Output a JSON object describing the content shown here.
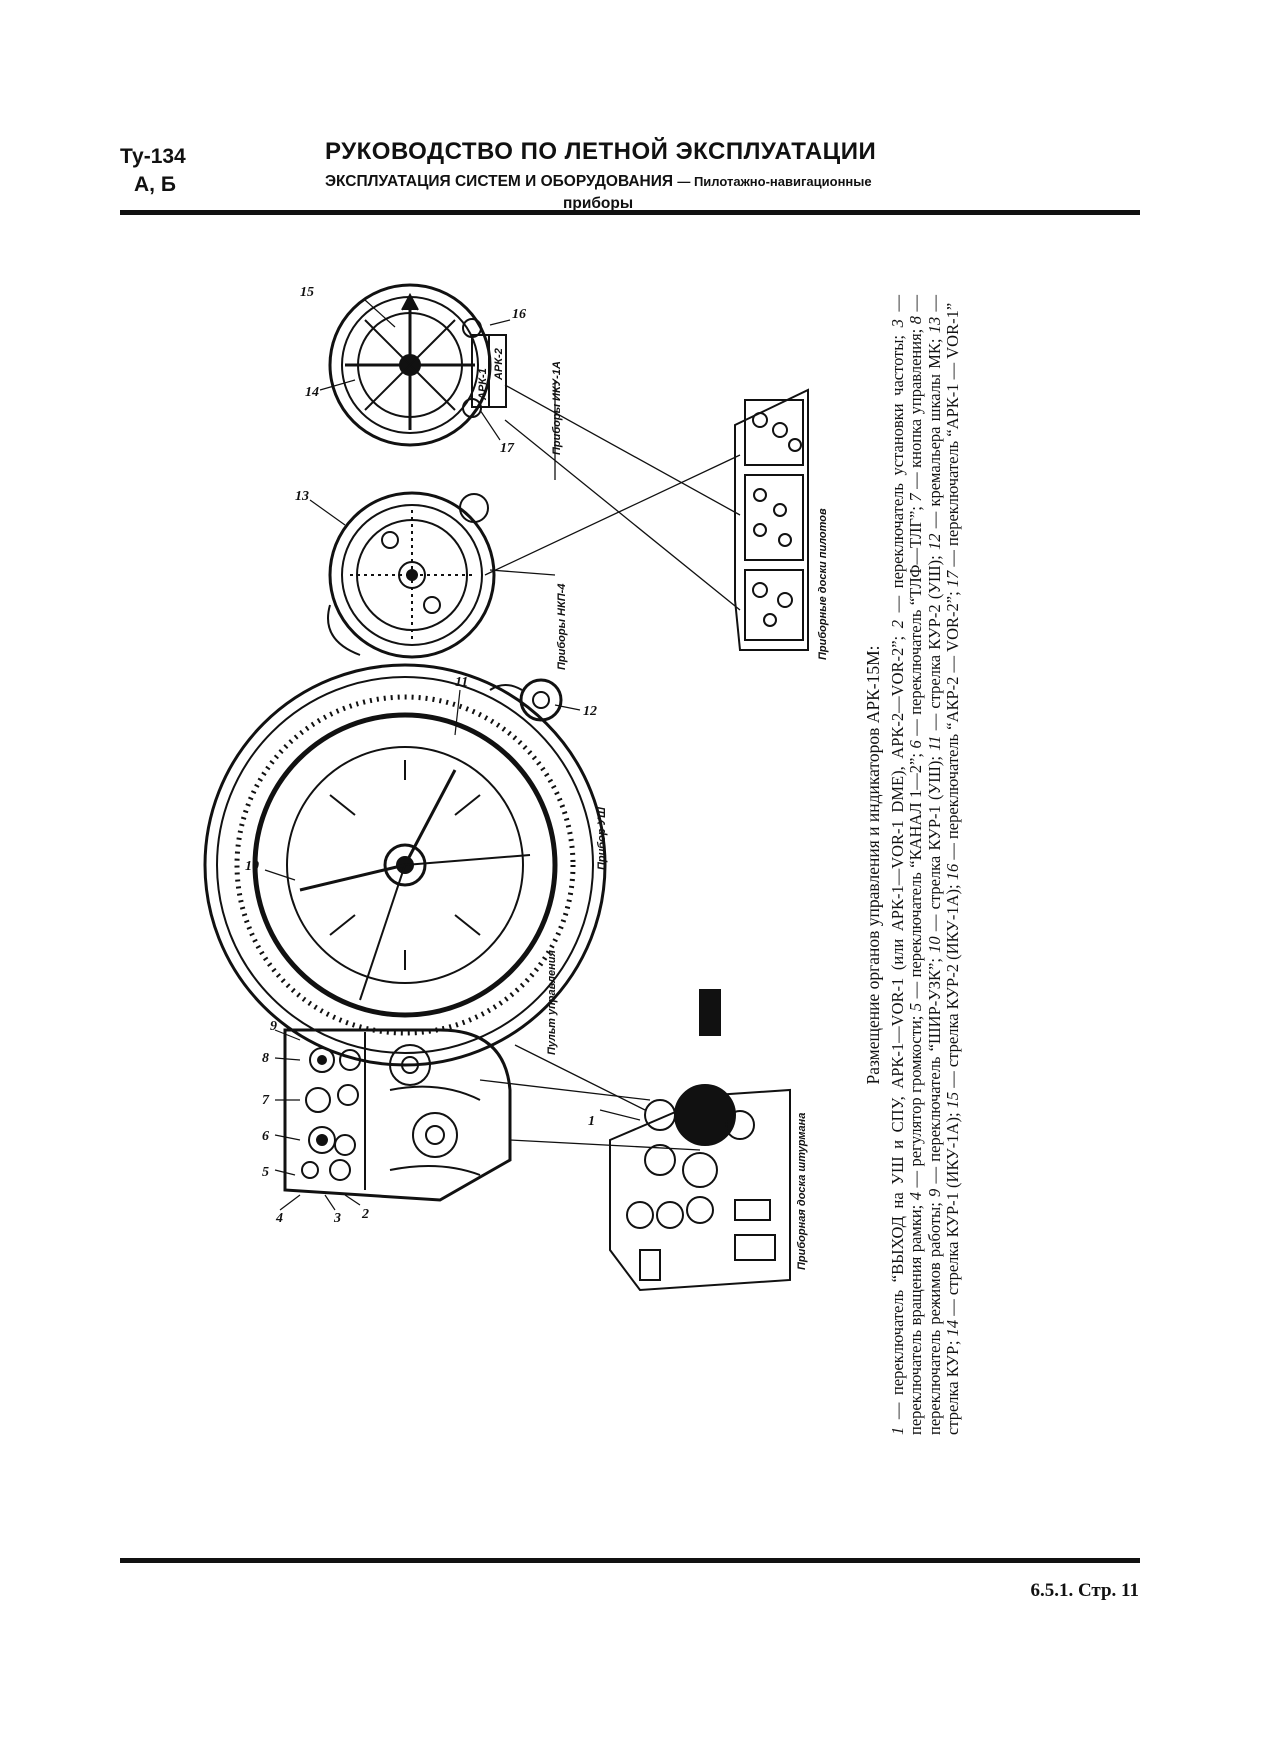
{
  "header": {
    "model_line1": "Ту-134",
    "model_line2": "А, Б",
    "title": "РУКОВОДСТВО ПО ЛЕТНОЙ ЭКСПЛУАТАЦИИ",
    "subtitle": "ЭКСПЛУАТАЦИЯ СИСТЕМ И ОБОРУДОВАНИЯ",
    "section": "— Пилотажно-навигационные",
    "section_cont": "приборы"
  },
  "figure": {
    "labels": {
      "panel_pilots": "Приборные доски пилотов",
      "instruments_nkp": "Приборы НКП-4",
      "instruments_iku": "Приборы ИКУ-1А",
      "instrument_ush": "Прибор УШ",
      "control_panel": "Пульт управления",
      "navigator_panel": "Приборная доска штурмана",
      "ark1": "АРК-1",
      "ark2": "АРК-2"
    },
    "callouts": [
      "1",
      "2",
      "3",
      "4",
      "5",
      "6",
      "7",
      "8",
      "9",
      "10",
      "11",
      "12",
      "13",
      "14",
      "15",
      "16",
      "17"
    ]
  },
  "caption": {
    "title": "Размещение органов управления и индикаторов АРК-15М:",
    "items": [
      {
        "n": "1",
        "t": " — переключатель “ВЫХОД на УШ и СПУ, АРК-1—VOR-1 (или АРК-1—VOR-1 DME), АРК-2—VOR-2”; "
      },
      {
        "n": "2",
        "t": " — переключатель установки частоты; "
      },
      {
        "n": "3",
        "t": " — переключатель вращения рамки; "
      },
      {
        "n": "4",
        "t": " — регулятор громкости; "
      },
      {
        "n": "5",
        "t": " — переключатель “КАНАЛ 1—2”; "
      },
      {
        "n": "6",
        "t": " — переключатель “ТЛФ—ТЛГ”; "
      },
      {
        "n": "7",
        "t": " — кнопка управления; "
      },
      {
        "n": "8",
        "t": " — переключатель режимов работы; "
      },
      {
        "n": "9",
        "t": " — переключатель “ШИР-УЗК”; "
      },
      {
        "n": "10",
        "t": " — стрелка КУР-1 (УШ); "
      },
      {
        "n": "11",
        "t": " — стрелка КУР-2 (УШ); "
      },
      {
        "n": "12",
        "t": " — кремальера шкалы МК; "
      },
      {
        "n": "13",
        "t": " — стрелка КУР; "
      },
      {
        "n": "14",
        "t": " — стрелка КУР-1 (ИКУ-1А); "
      },
      {
        "n": "15",
        "t": " — стрелка КУР-2 (ИКУ-1А); "
      },
      {
        "n": "16",
        "t": " — переключатель “АКР-2 — VOR-2”; "
      },
      {
        "n": "17",
        "t": " — переключатель “АРК-1 — VOR-1”"
      }
    ]
  },
  "footer": {
    "page": "6.5.1. Стр. 11"
  }
}
